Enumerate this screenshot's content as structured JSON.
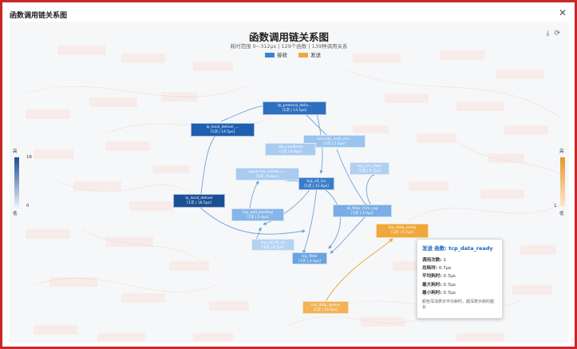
{
  "window": {
    "title": "函数调用链关系图",
    "close_glyph": "✕"
  },
  "toolbar": {
    "download_glyph": "⤓",
    "refresh_glyph": "⟳",
    "download_icon": "download-icon",
    "refresh_icon": "refresh-icon"
  },
  "graph": {
    "title": "函数调用链关系图",
    "subtitle": "耗时范围 0~312μs | 129个函数 | 139种调用关系",
    "legend": [
      {
        "label": "接收",
        "color": "#3a85d6"
      },
      {
        "label": "发送",
        "color": "#f0a83c"
      }
    ]
  },
  "left_scale": {
    "top_label": "高",
    "bottom_label": "低",
    "max": "16",
    "min": "0"
  },
  "right_scale": {
    "top_label": "高",
    "bottom_label": "低",
    "max": "",
    "min": "1"
  },
  "nodes": [
    {
      "id": "n1",
      "name": "tp_protocol_deliv...",
      "stats": "[1次 | 13.1μs]",
      "color": "#2e6fc0"
    },
    {
      "id": "n2",
      "name": "ip_local_deliver_...",
      "stats": "[1次 | 14.5μs]",
      "color": "#1f5fb0"
    },
    {
      "id": "n3",
      "name": "security_sock_rcv...",
      "stats": "[1次 | 1.6μs]",
      "color": "#9cc3ee"
    },
    {
      "id": "n4",
      "name": "skb_condense",
      "stats": "[1次 | 0.8μs]",
      "color": "#a9cbef"
    },
    {
      "id": "n5",
      "name": "tcp_rcv_state",
      "stats": "[1次 | 0.7μs]",
      "color": "#b0d0f1"
    },
    {
      "id": "n6",
      "name": "apparmor_socket_s...",
      "stats": "[1次 | 0.8μs]",
      "color": "#a9cbef"
    },
    {
      "id": "n7",
      "name": "tcp_v4_rcv",
      "stats": "[1次 | 11.4μs]",
      "color": "#3b7cc9"
    },
    {
      "id": "n8",
      "name": "ip_local_deliver",
      "stats": "[1次 | 16.5μs]",
      "color": "#1a4f94"
    },
    {
      "id": "n9",
      "name": "tcp_add_backlog",
      "stats": "[1次 | 2.4μs]",
      "color": "#86b5e7"
    },
    {
      "id": "n10",
      "name": "sk_filter_trim_cap",
      "stats": "[1次 | 3.0μs]",
      "color": "#7aaee4"
    },
    {
      "id": "n11",
      "name": "tcp_v4_fill_cb",
      "stats": "[1次 | 0.5μs]",
      "color": "#b5d3f2"
    },
    {
      "id": "n12",
      "name": "tcp_filter",
      "stats": "[1次 | 4.0μs]",
      "color": "#6aa3e0"
    },
    {
      "id": "n13",
      "name": "tcp_data_ready",
      "stats": "[1次 | 0.7μs]",
      "color": "#f0a83c"
    },
    {
      "id": "n14",
      "name": "tcp_data_queue",
      "stats": "[1次 | 16.9μs]",
      "color": "#f2b256"
    }
  ],
  "tooltip": {
    "header": "发送 函数: tcp_data_ready",
    "rows": [
      {
        "k": "调用次数:",
        "v": "1"
      },
      {
        "k": "总耗时:",
        "v": "0.7μs"
      },
      {
        "k": "平均耗时:",
        "v": "0.7μs"
      },
      {
        "k": "最大耗时:",
        "v": "0.7μs"
      },
      {
        "k": "最小耗时:",
        "v": "0.7μs"
      }
    ],
    "note": "颜色深浅表示平均耗时，越深表示耗时越长"
  }
}
